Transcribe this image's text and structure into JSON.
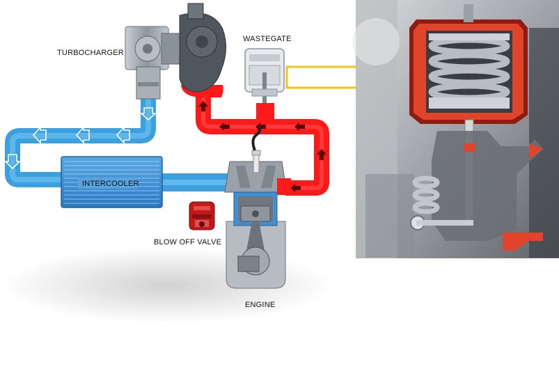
{
  "labels": {
    "turbocharger": "TURBOCHARGER",
    "wastegate": "WASTEGATE",
    "intercooler": "INTERCOOLER",
    "blow_off_valve": "BLOW OFF VALVE",
    "engine": "ENGINE"
  },
  "colors": {
    "exhaust_flow": "#ff1a1a",
    "intake_flow": "#3aa0e0",
    "intercooler_body": "#3c8fd6",
    "callout_arrow": "#f2c21a",
    "metal": "#9aa3ad",
    "engine_block": "#b7bcc3"
  }
}
